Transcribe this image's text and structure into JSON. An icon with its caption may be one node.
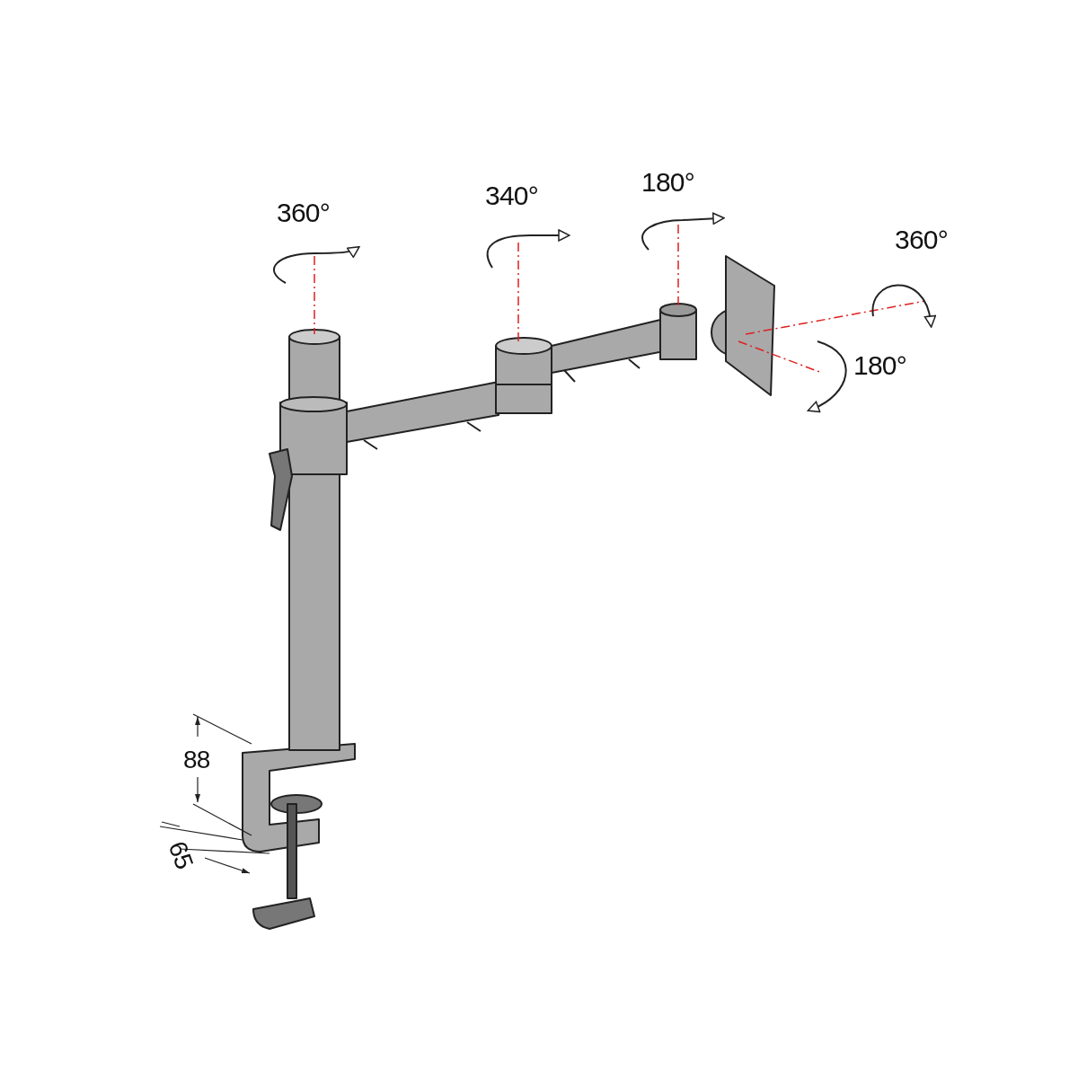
{
  "diagram": {
    "labels": [
      "360°",
      "340°",
      "180°",
      "360°",
      "180°",
      "88",
      "65"
    ]
  }
}
